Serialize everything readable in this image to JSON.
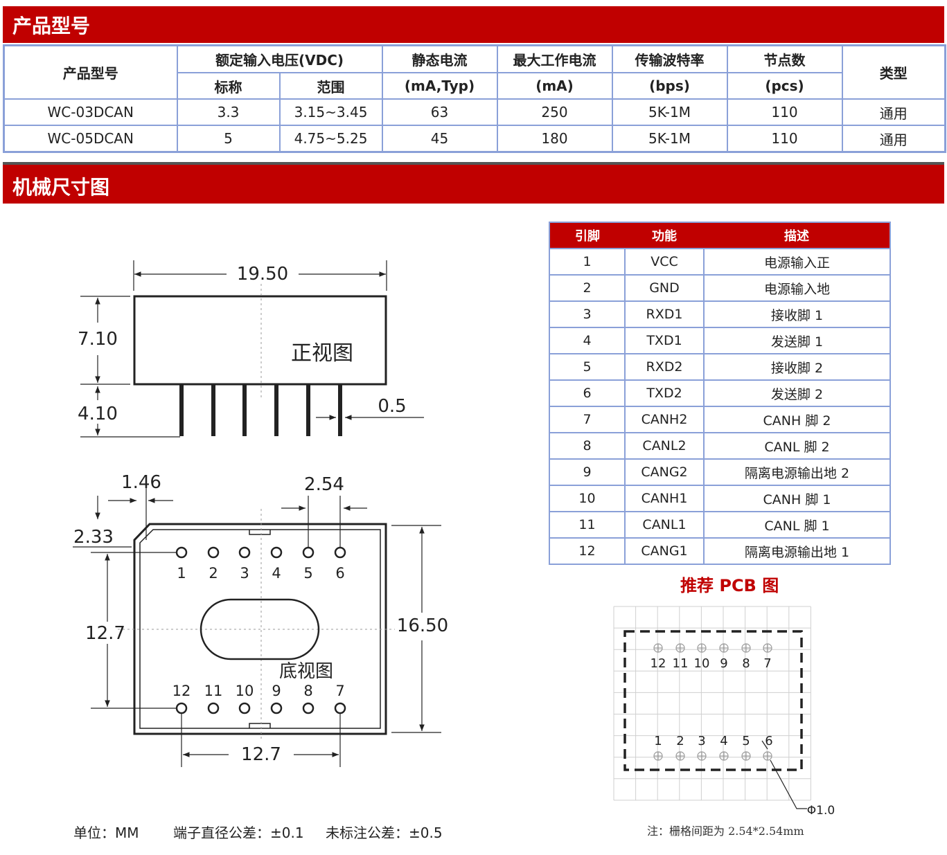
{
  "sections": {
    "product_title": "产品型号",
    "mech_title": "机械尺寸图"
  },
  "spec_table": {
    "headers": {
      "model": "产品型号",
      "input_voltage": "额定输入电压(VDC)",
      "nominal": "标称",
      "range": "范围",
      "static_current": "静态电流",
      "static_current_unit": "(mA,Typ)",
      "max_current": "最大工作电流",
      "max_current_unit": "(mA)",
      "baud": "传输波特率",
      "baud_unit": "(bps)",
      "nodes": "节点数",
      "nodes_unit": "(pcs)",
      "type": "类型"
    },
    "rows": [
      {
        "model": "WC-03DCAN",
        "nominal": "3.3",
        "range": "3.15~3.45",
        "static": "63",
        "max": "250",
        "baud": "5K-1M",
        "nodes": "110",
        "type": "通用"
      },
      {
        "model": "WC-05DCAN",
        "nominal": "5",
        "range": "4.75~5.25",
        "static": "45",
        "max": "180",
        "baud": "5K-1M",
        "nodes": "110",
        "type": "通用"
      }
    ]
  },
  "pin_table": {
    "headers": {
      "pin": "引脚",
      "func": "功能",
      "desc": "描述"
    },
    "rows": [
      {
        "pin": "1",
        "func": "VCC",
        "desc": "电源输入正"
      },
      {
        "pin": "2",
        "func": "GND",
        "desc": "电源输入地"
      },
      {
        "pin": "3",
        "func": "RXD1",
        "desc": "接收脚 1"
      },
      {
        "pin": "4",
        "func": "TXD1",
        "desc": "发送脚 1"
      },
      {
        "pin": "5",
        "func": "RXD2",
        "desc": "接收脚 2"
      },
      {
        "pin": "6",
        "func": "TXD2",
        "desc": "发送脚 2"
      },
      {
        "pin": "7",
        "func": "CANH2",
        "desc": "CANH 脚 2"
      },
      {
        "pin": "8",
        "func": "CANL2",
        "desc": "CANL 脚 2"
      },
      {
        "pin": "9",
        "func": "CANG2",
        "desc": "隔离电源输出地 2"
      },
      {
        "pin": "10",
        "func": "CANH1",
        "desc": "CANH 脚 1"
      },
      {
        "pin": "11",
        "func": "CANL1",
        "desc": "CANL 脚 1"
      },
      {
        "pin": "12",
        "func": "CANG1",
        "desc": "隔离电源输出地 1"
      }
    ]
  },
  "front_view": {
    "label": "正视图",
    "width": "19.50",
    "height": "7.10",
    "pin_len": "4.10",
    "pin_w": "0.5"
  },
  "bottom_view": {
    "label": "底视图",
    "d_edge": "1.46",
    "pitch": "2.54",
    "d_top": "2.33",
    "row_gap": "12.7",
    "height": "16.50",
    "span": "12.7",
    "top_pins": [
      "1",
      "2",
      "3",
      "4",
      "5",
      "6"
    ],
    "bottom_pins": [
      "12",
      "11",
      "10",
      "9",
      "8",
      "7"
    ]
  },
  "pcb": {
    "title": "推荐 PCB 图",
    "top_pins": [
      "12",
      "11",
      "10",
      "9",
      "8",
      "7"
    ],
    "bottom_pins": [
      "1",
      "2",
      "3",
      "4",
      "5",
      "6"
    ],
    "hole": "Φ1.0",
    "note": "注：栅格间距为 2.54*2.54mm"
  },
  "notes": {
    "unit": "单位：MM",
    "pin_tol": "端子直径公差：±0.1",
    "gen_tol": "未标注公差：±0.5"
  },
  "colors": {
    "accent": "#c00000",
    "border": "#8aa0d8"
  }
}
